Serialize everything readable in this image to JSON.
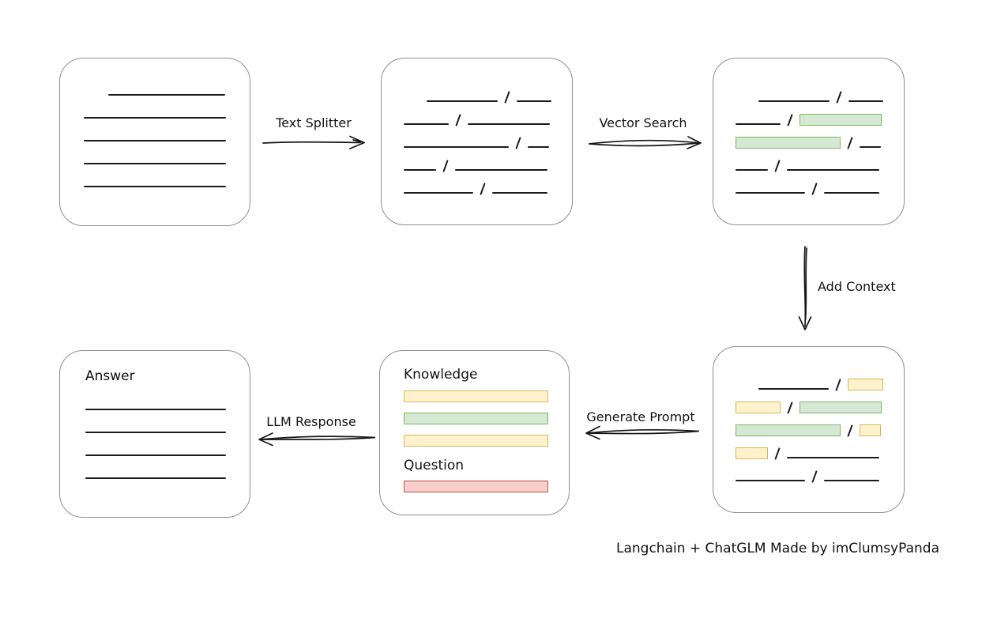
{
  "caption": "Langchain + ChatGLM Made by imClumsyPanda",
  "colors": {
    "green_fill": "#d5e8d4",
    "green_stroke": "#82b366",
    "yellow_fill": "#fff2cc",
    "yellow_stroke": "#d6b656",
    "red_fill": "#f8cecc",
    "red_stroke": "#b85450",
    "box_border": "#8f8f8f",
    "ink": "#1b1b1b"
  },
  "arrows": {
    "text_splitter": {
      "label": "Text Splitter",
      "direction": "right"
    },
    "vector_search": {
      "label": "Vector Search",
      "direction": "right"
    },
    "add_context": {
      "label": "Add Context",
      "direction": "down"
    },
    "generate_prompt": {
      "label": "Generate Prompt",
      "direction": "left"
    },
    "llm_response": {
      "label": "LLM Response",
      "direction": "left"
    }
  },
  "cards": {
    "document": {
      "description": "source document with text lines",
      "rows": [
        [
          {
            "t": "space",
            "w": 24
          },
          {
            "t": "line",
            "w": 148
          }
        ],
        [
          {
            "t": "line",
            "w": 180
          }
        ],
        [
          {
            "t": "line",
            "w": 180
          }
        ],
        [
          {
            "t": "line",
            "w": 180
          }
        ],
        [
          {
            "t": "line",
            "w": 180
          }
        ]
      ]
    },
    "chunks": {
      "description": "document split into chunks separated by slashes",
      "rows": [
        [
          {
            "t": "space",
            "w": 22
          },
          {
            "t": "line",
            "w": 90
          },
          {
            "t": "slash"
          },
          {
            "t": "line",
            "w": 44
          }
        ],
        [
          {
            "t": "line",
            "w": 57
          },
          {
            "t": "slash"
          },
          {
            "t": "line",
            "w": 104
          }
        ],
        [
          {
            "t": "line",
            "w": 133
          },
          {
            "t": "slash"
          },
          {
            "t": "line",
            "w": 27
          }
        ],
        [
          {
            "t": "line",
            "w": 41
          },
          {
            "t": "slash"
          },
          {
            "t": "line",
            "w": 117
          }
        ],
        [
          {
            "t": "line",
            "w": 88
          },
          {
            "t": "slash"
          },
          {
            "t": "line",
            "w": 70
          }
        ]
      ]
    },
    "matched_chunks": {
      "description": "chunks with vector-search matches highlighted green",
      "rows": [
        [
          {
            "t": "space",
            "w": 22
          },
          {
            "t": "line",
            "w": 90
          },
          {
            "t": "slash"
          },
          {
            "t": "line",
            "w": 44
          }
        ],
        [
          {
            "t": "line",
            "w": 57
          },
          {
            "t": "slash"
          },
          {
            "t": "green",
            "w": 104
          }
        ],
        [
          {
            "t": "green",
            "w": 133
          },
          {
            "t": "slash"
          },
          {
            "t": "line",
            "w": 27
          }
        ],
        [
          {
            "t": "line",
            "w": 41
          },
          {
            "t": "slash"
          },
          {
            "t": "line",
            "w": 117
          }
        ],
        [
          {
            "t": "line",
            "w": 88
          },
          {
            "t": "slash"
          },
          {
            "t": "line",
            "w": 70
          }
        ]
      ]
    },
    "context_chunks": {
      "description": "chunks with added context highlighted yellow around green matches",
      "rows": [
        [
          {
            "t": "space",
            "w": 22
          },
          {
            "t": "line",
            "w": 90
          },
          {
            "t": "slash"
          },
          {
            "t": "yellow",
            "w": 45
          }
        ],
        [
          {
            "t": "yellow",
            "w": 57
          },
          {
            "t": "slash"
          },
          {
            "t": "green",
            "w": 104
          }
        ],
        [
          {
            "t": "green",
            "w": 133
          },
          {
            "t": "slash"
          },
          {
            "t": "yellow",
            "w": 27
          }
        ],
        [
          {
            "t": "yellow",
            "w": 41
          },
          {
            "t": "slash"
          },
          {
            "t": "line",
            "w": 117
          }
        ],
        [
          {
            "t": "line",
            "w": 88
          },
          {
            "t": "slash"
          },
          {
            "t": "line",
            "w": 70
          }
        ]
      ]
    },
    "prompt": {
      "knowledge_label": "Knowledge",
      "question_label": "Question",
      "knowledge_bars": [
        "yellow",
        "green",
        "yellow"
      ],
      "question_bars": [
        "red"
      ]
    },
    "answer": {
      "title": "Answer",
      "rows": [
        [
          {
            "t": "line",
            "w": 178
          }
        ],
        [
          {
            "t": "line",
            "w": 178
          }
        ],
        [
          {
            "t": "line",
            "w": 178
          }
        ],
        [
          {
            "t": "line",
            "w": 178
          }
        ]
      ]
    }
  }
}
